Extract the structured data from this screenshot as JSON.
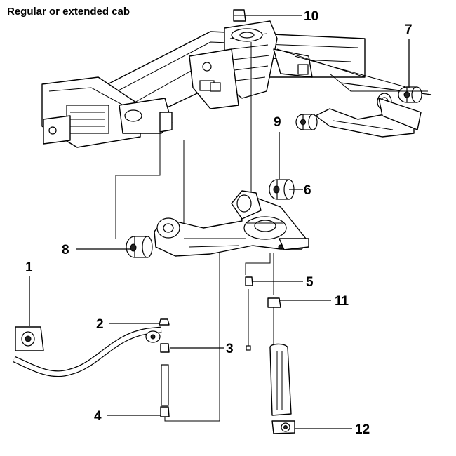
{
  "title": "Regular or extended cab",
  "callouts": {
    "c1": "1",
    "c2": "2",
    "c3": "3",
    "c4": "4",
    "c5": "5",
    "c6": "6",
    "c7": "7",
    "c8": "8",
    "c9": "9",
    "c10": "10",
    "c11": "11",
    "c12": "12"
  }
}
